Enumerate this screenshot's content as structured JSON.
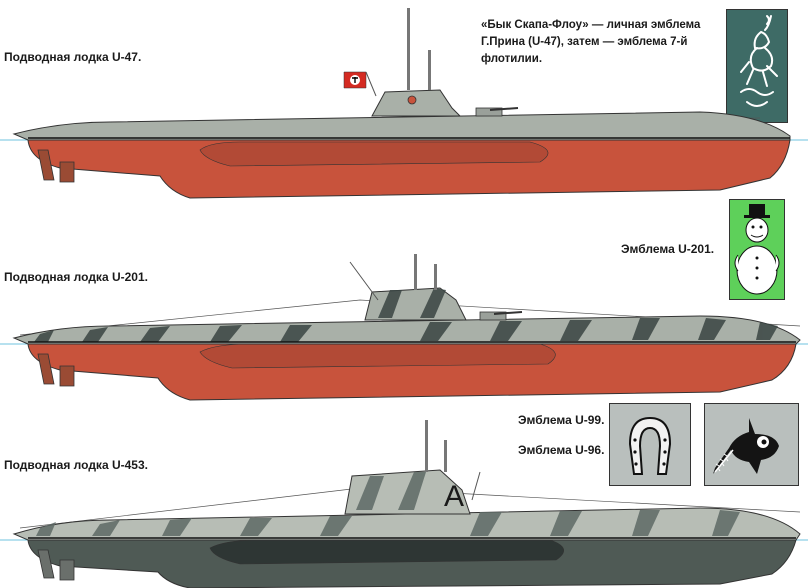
{
  "submarines": [
    {
      "label": "Подводная лодка U-47.",
      "emblem_caption": "«Бык Скапа-Флоу» — личная эмблема Г.Прина (U-47), затем — эмблема 7-й флотилии.",
      "hull_color": "#c8533c",
      "deck_color": "#a9b0a8",
      "camouflage": "plain-grey"
    },
    {
      "label": "Подводная лодка U-201.",
      "emblem_caption": "Эмблема U-201.",
      "hull_color": "#c8533c",
      "deck_color": "#a9b0a8",
      "camouflage": "dazzle"
    },
    {
      "label": "Подводная лодка U-453.",
      "emblem_captions": [
        "Эмблема U-99.",
        "Эмблема U-96."
      ],
      "hull_color": "#4f5a55",
      "deck_color": "#b7bdb5",
      "camouflage": "dazzle"
    }
  ],
  "emblems": {
    "u47": {
      "name": "scapa-flow-bull",
      "background": "#3e6b66"
    },
    "u201": {
      "name": "snowman",
      "background": "#5ed05a"
    },
    "u99": {
      "name": "horseshoe",
      "background": "#b9bfbd"
    },
    "u96": {
      "name": "sawfish",
      "background": "#b9bfbd"
    }
  },
  "flag": {
    "name": "ensign",
    "colors": [
      "#d42b22",
      "#ffffff",
      "#000000"
    ]
  },
  "markings": {
    "u453_letter": "A"
  }
}
